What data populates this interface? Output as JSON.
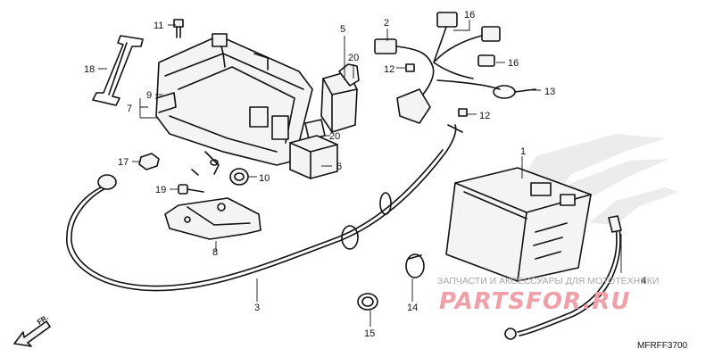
{
  "callouts": {
    "c1": "1",
    "c2": "2",
    "c3": "3",
    "c4": "4",
    "c5": "5",
    "c6": "6",
    "c7": "7",
    "c8": "8",
    "c9": "9",
    "c10": "10",
    "c11": "11",
    "c12a": "12",
    "c12b": "12",
    "c13": "13",
    "c14": "14",
    "c15": "15",
    "c16a": "16",
    "c16b": "16",
    "c17": "17",
    "c18": "18",
    "c19": "19",
    "c20a": "20",
    "c20b": "20"
  },
  "watermark": {
    "tagline": "ЗАПЧАСТИ И АКСЕССУАРЫ ДЛЯ МОТОТЕХНИКИ",
    "logo": "PARTSFOR.RU"
  },
  "direction_label": "FR.",
  "diagram_code": "MFRFF3700",
  "colors": {
    "line": "#111111",
    "watermark_logo": "#f0a0a8",
    "watermark_text": "#a8a8a8"
  }
}
